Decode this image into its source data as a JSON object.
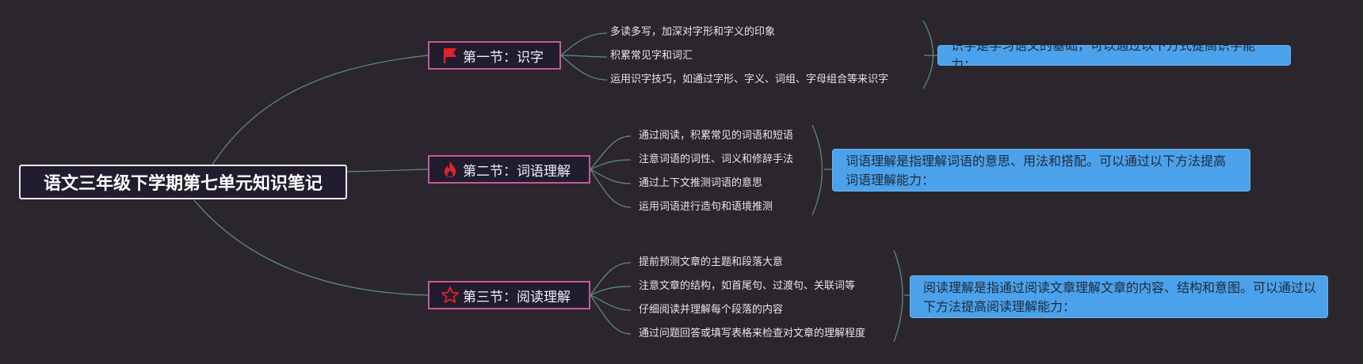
{
  "root": {
    "title": "语文三年级下学期第七单元知识笔记"
  },
  "sections": [
    {
      "title": "第一节：识字",
      "icon": "red-flag-icon",
      "leaves": [
        "多读多写，加深对字形和字义的印象",
        "积累常见字和词汇",
        "运用识字技巧，如通过字形、字义、词组、字母组合等来识字"
      ],
      "summary": "识字是学习语文的基础，可以通过以下方式提高识字能力："
    },
    {
      "title": "第二节：词语理解",
      "icon": "fire-icon",
      "leaves": [
        "通过阅读，积累常见的词语和短语",
        "注意词语的词性、词义和修辞手法",
        "通过上下文推测词语的意思",
        "运用词语进行造句和语境推测"
      ],
      "summary": "词语理解是指理解词语的意思、用法和搭配。可以通过以下方法提高词语理解能力："
    },
    {
      "title": "第三节：阅读理解",
      "icon": "star-outline-icon",
      "leaves": [
        "提前预测文章的主题和段落大意",
        "注意文章的结构，如首尾句、过渡句、关联词等",
        "仔细阅读并理解每个段落的内容",
        "通过问题回答或填写表格来检查对文章的理解程度"
      ],
      "summary": "阅读理解是指通过阅读文章理解文章的内容、结构和意图。可以通过以下方法提高阅读理解能力："
    }
  ],
  "colors": {
    "background": "#2b262d",
    "connector": "#5f8f86",
    "section_border": "#c45a9b",
    "summary_fill": "#4ca2ea",
    "icon_red": "#e0242a"
  }
}
